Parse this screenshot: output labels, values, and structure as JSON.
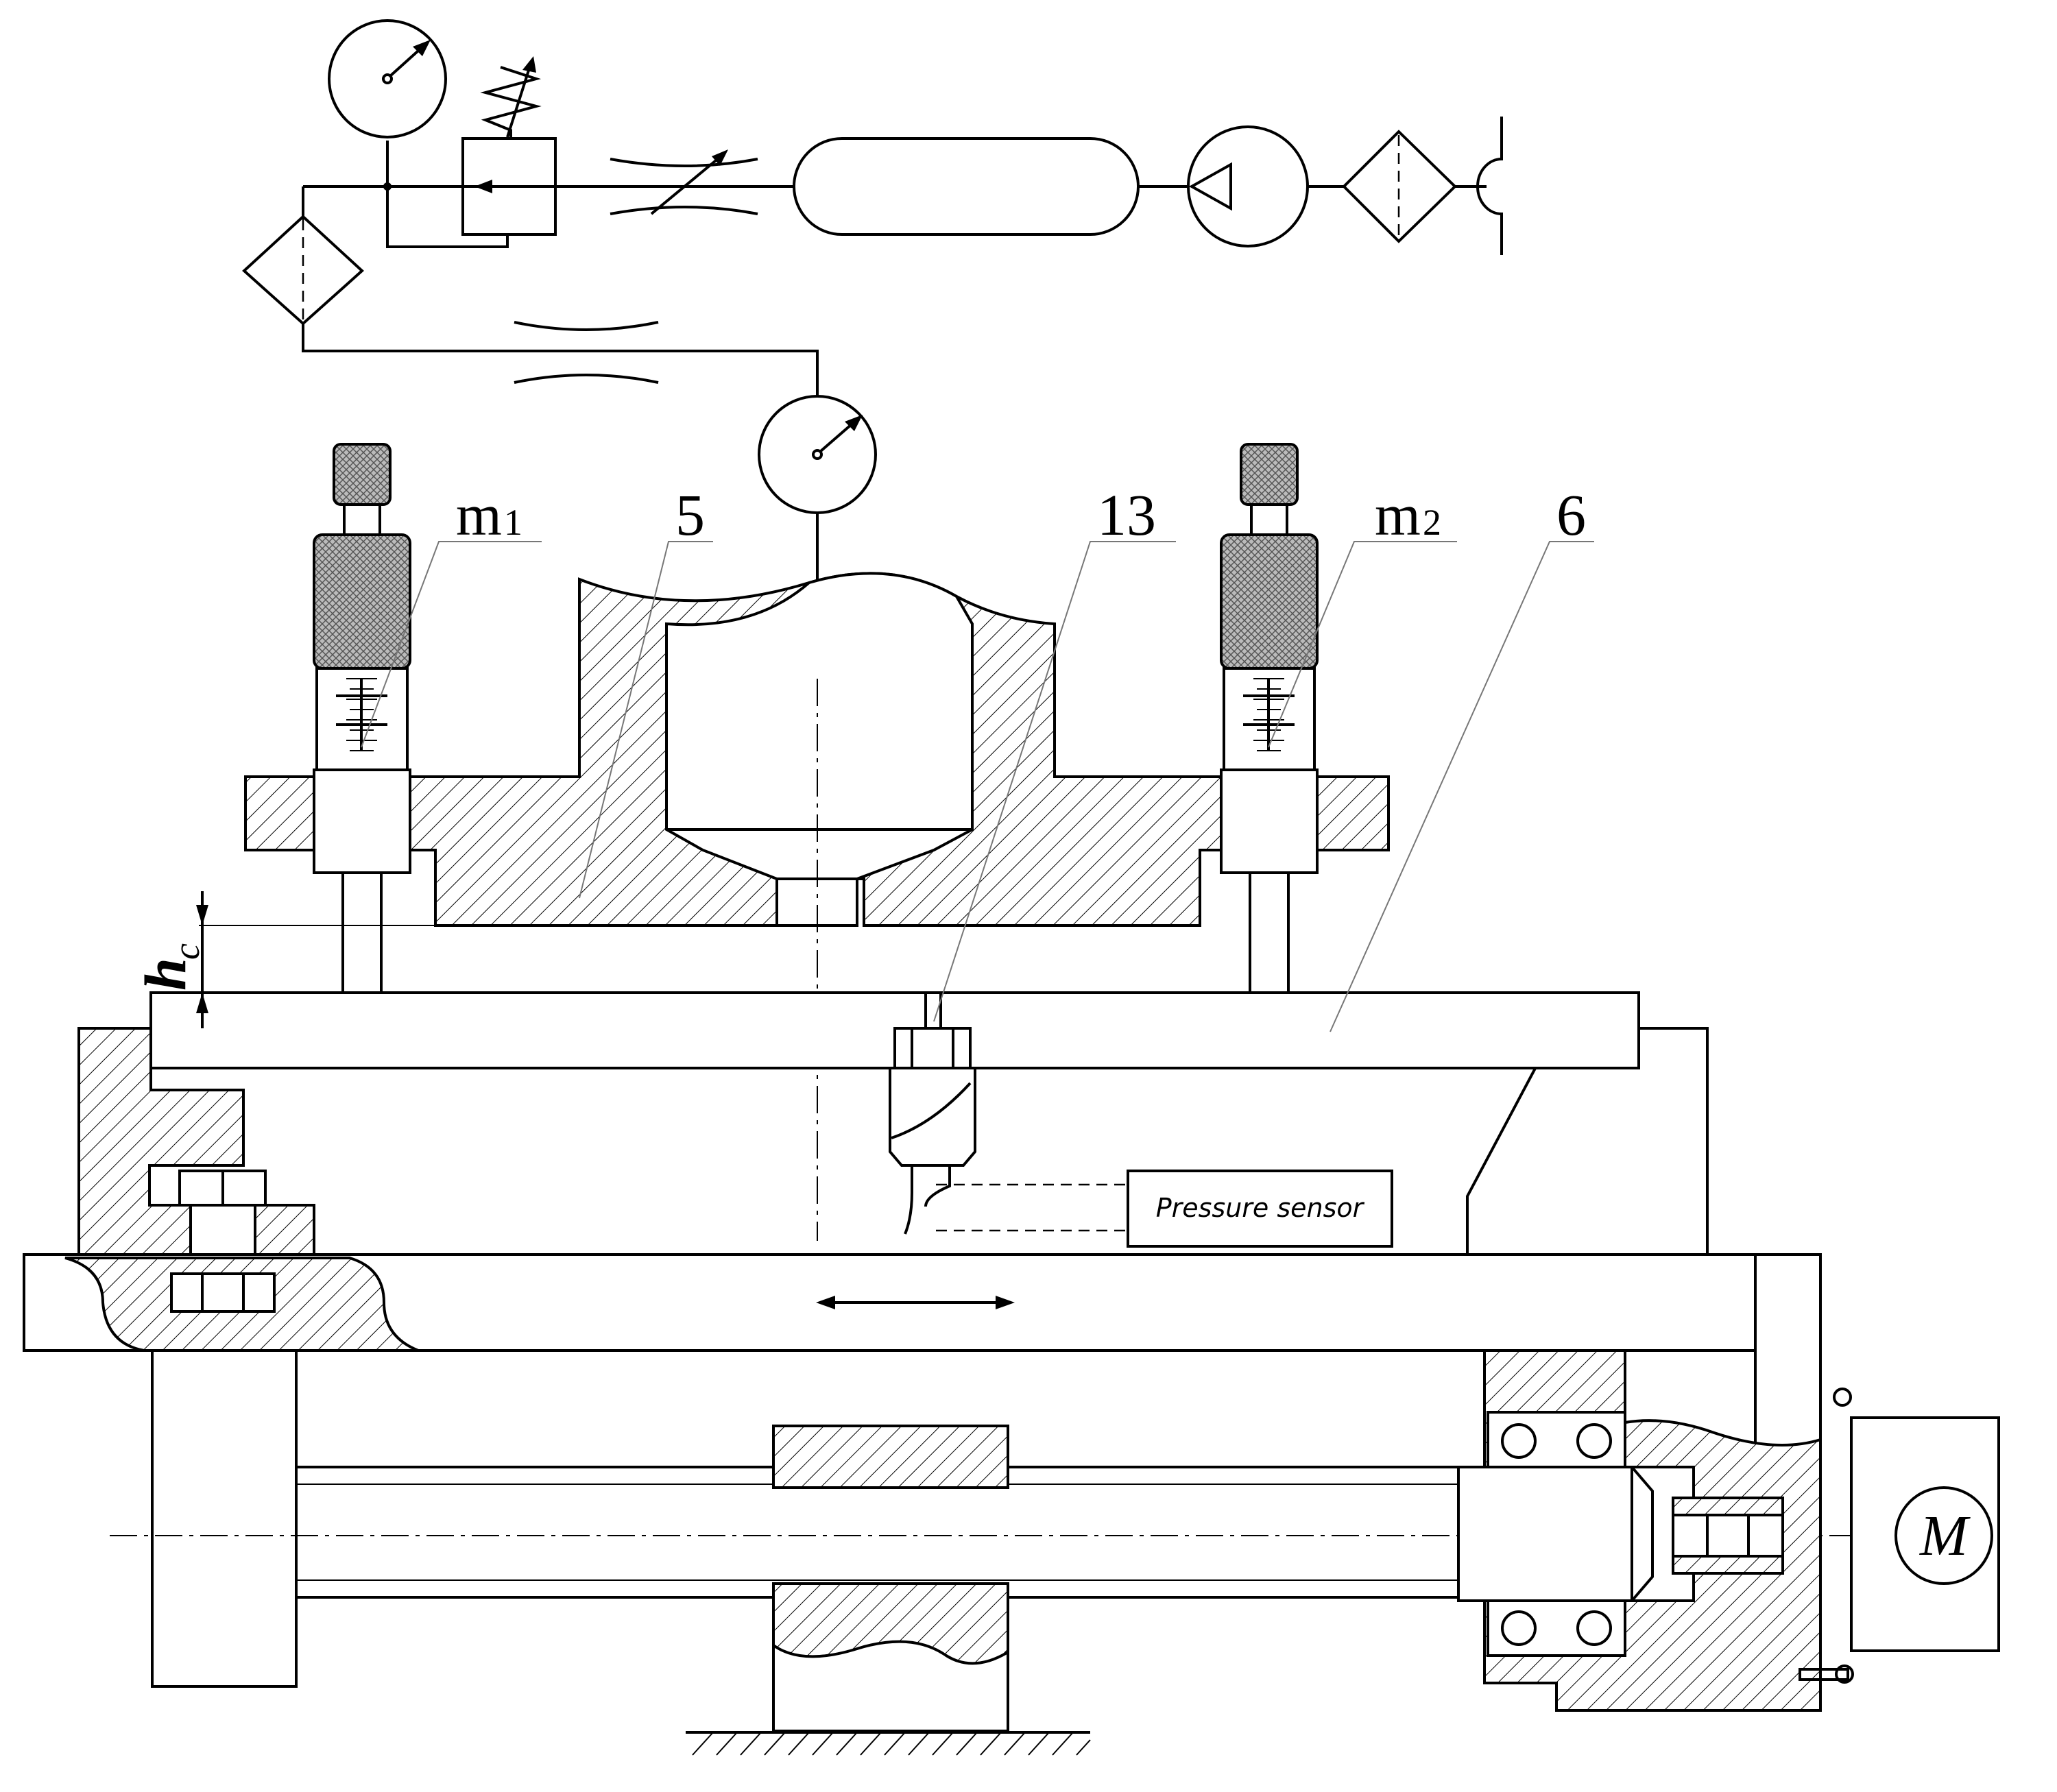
{
  "labels": {
    "m1": "m",
    "m1_sub": "1",
    "m2": "m",
    "m2_sub": "2",
    "part5": "5",
    "part13": "13",
    "part6": "6",
    "hc": "h",
    "hc_sub": "c",
    "sensor": "Pressure sensor",
    "motor": "M"
  },
  "icons": [
    "pressure-gauge-icon",
    "filter-icon",
    "pressure-valve-icon",
    "throttle-icon",
    "receiver-tank-icon",
    "compressor-icon",
    "motor-icon"
  ]
}
